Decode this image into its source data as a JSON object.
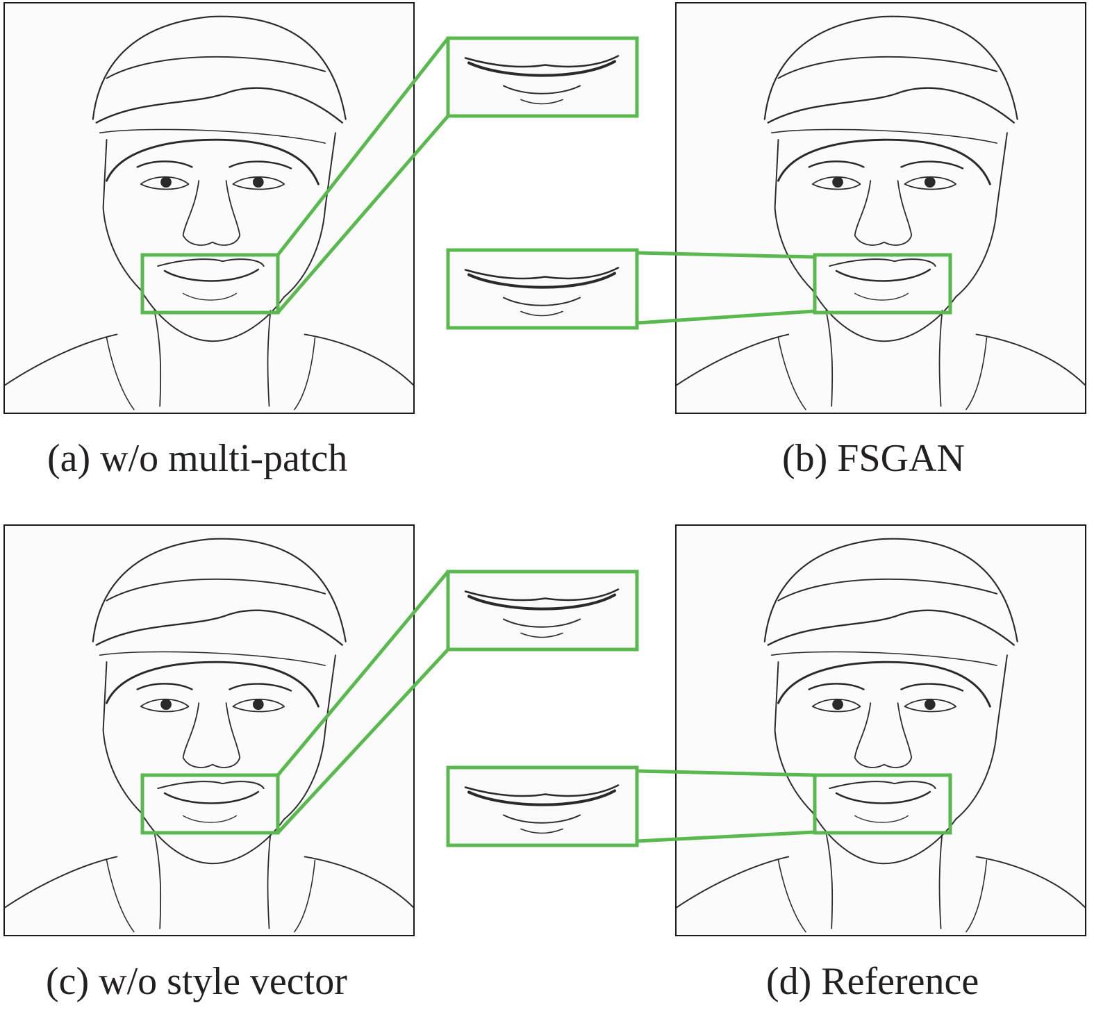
{
  "colors": {
    "highlight": "#5ab94e",
    "sketch": "#2a2a2a",
    "frame": "#1a1a1a",
    "caption": "#231f20"
  },
  "panels": [
    {
      "key": "a",
      "caption": "(a) w/o multi-patch"
    },
    {
      "key": "b",
      "caption": "(b) FSGAN"
    },
    {
      "key": "c",
      "caption": "(c) w/o style vector"
    },
    {
      "key": "d",
      "caption": "(d) Reference"
    }
  ]
}
